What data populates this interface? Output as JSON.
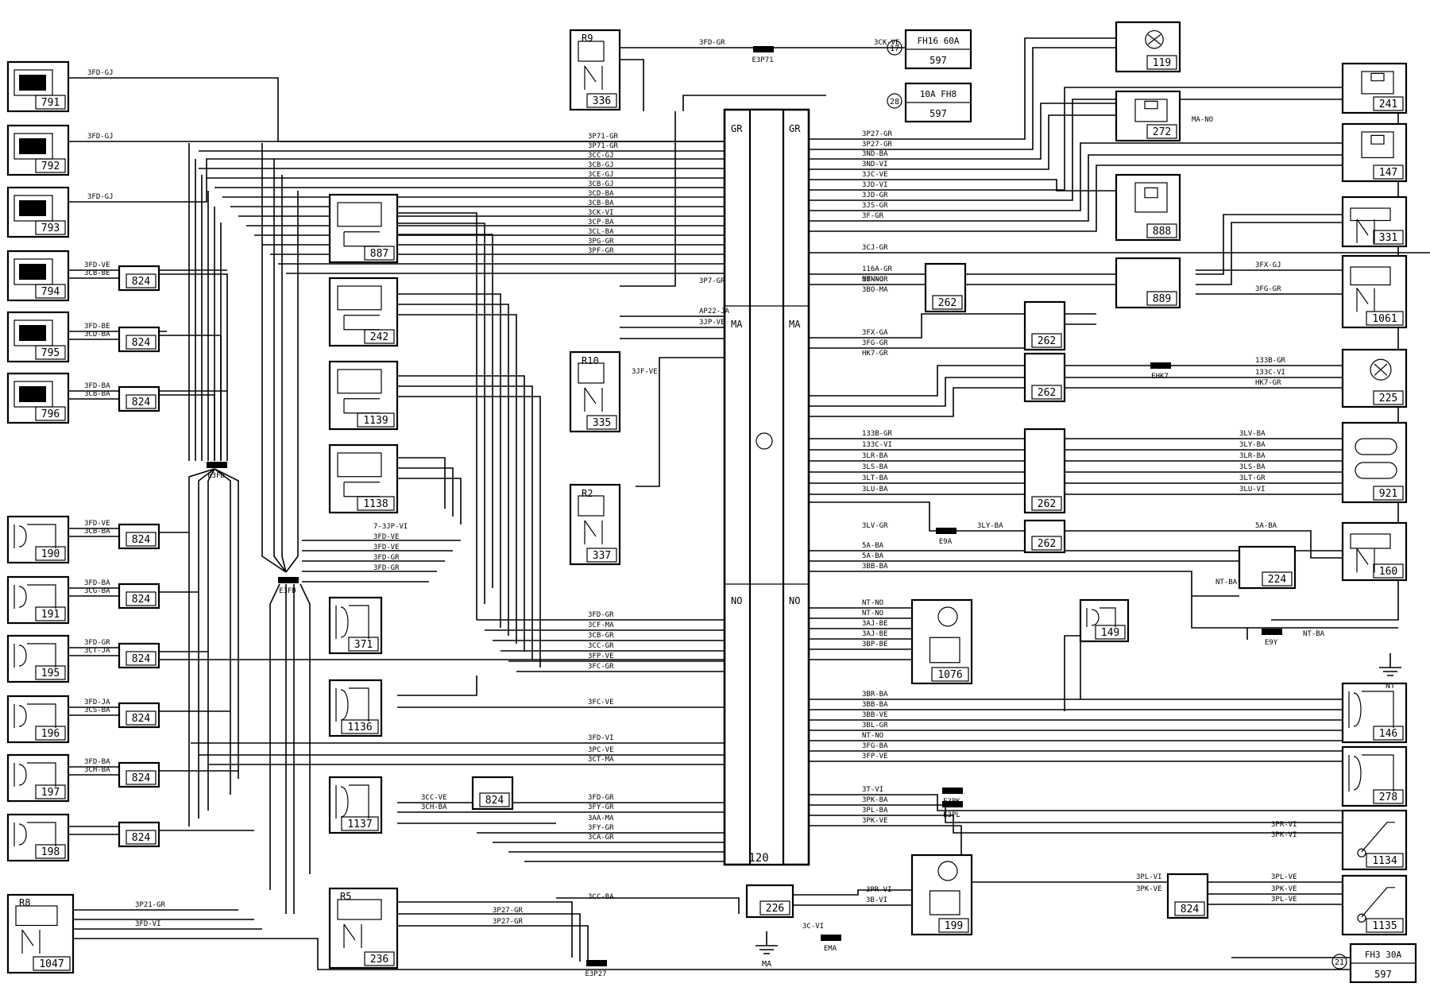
{
  "diagram": {
    "ecu": {
      "label": "120",
      "center_symbol": "engine-icon"
    },
    "connector_headers": [
      "GR",
      "GR",
      "MA",
      "MA",
      "NO",
      "NO"
    ],
    "components": {
      "c791": "791",
      "c792": "792",
      "c793": "793",
      "c794": "794",
      "c795": "795",
      "c796": "796",
      "c190": "190",
      "c191": "191",
      "c195": "195",
      "c196": "196",
      "c197": "197",
      "c198": "198",
      "c1047": "1047",
      "c887": "887",
      "c242": "242",
      "c1139": "1139",
      "c1138": "1138",
      "c371": "371",
      "c1136": "1136",
      "c1137": "1137",
      "c236": "236",
      "c336": "336",
      "c335": "335",
      "c337": "337",
      "c119": "119",
      "c272": "272",
      "c888": "888",
      "c889": "889",
      "c241": "241",
      "c147": "147",
      "c331": "331",
      "c1061": "1061",
      "c225": "225",
      "c921": "921",
      "c160": "160",
      "c224": "224",
      "c1076": "1076",
      "c149": "149",
      "c146": "146",
      "c278": "278",
      "c1134": "1134",
      "c1135": "1135",
      "c199": "199",
      "c226": "226",
      "c262": "262",
      "c824": "824",
      "c597": "597"
    },
    "relays": {
      "r9": "R9",
      "r10": "R10",
      "r2": "R2",
      "r5": "R5",
      "r8": "R8"
    },
    "fuses": {
      "f1": {
        "label": "FH16 60A",
        "pin": "17",
        "code": "597"
      },
      "f2": {
        "label": "10A FH8",
        "pin": "28",
        "code": "597"
      },
      "f3": {
        "label": "FH3 30A",
        "pin": "21",
        "code": "597"
      }
    },
    "splices": {
      "s1": "E3FD",
      "s2": "E3FD",
      "s3": "E3P27",
      "s4": "E3P71",
      "s5": "E9A",
      "s6": "E3PL",
      "s7": "E3PK",
      "s8": "E9Y",
      "s9": "EHK7",
      "s10": "EMA"
    },
    "grounds": {
      "g1": "MA",
      "g2": "NT"
    },
    "wires": {
      "w1": "3FD-GJ",
      "w2": "3FD-GJ",
      "w3": "3FD-GJ",
      "w4": "3FD-VE",
      "w5": "3CB-BE",
      "w6": "3FD-BE",
      "w7": "3CD-BA",
      "w8": "3FD-BA",
      "w9": "3CB-BA",
      "w10": "3FD-VE",
      "w11": "3CB-BA",
      "w12": "3FD-BA",
      "w13": "3CG-BA",
      "w14": "3FD-GR",
      "w15": "3CT-JA",
      "w16": "3FD-JA",
      "w17": "3CS-BA",
      "w18": "3FD-BA",
      "w19": "3CH-BA",
      "w20": "3FD-GR",
      "w21": "3CK-VE",
      "w22": "3P71-GR",
      "w23": "3P71-GR",
      "w24": "3CC-GJ",
      "w25": "3CB-GJ",
      "w26": "3CE-GJ",
      "w27": "3CB-GJ",
      "w28": "3CD-BA",
      "w29": "3CB-BA",
      "w30": "3CK-VI",
      "w31": "3CP-BA",
      "w32": "3CL-BA",
      "w33": "3PG-GR",
      "w34": "3PF-GR",
      "w35": "3P7-GR",
      "w36": "AP22-JA",
      "w37": "3JP-VE",
      "w38": "3JF-VE",
      "w39": "7-3JP-VI",
      "w40": "3FD-VE",
      "w41": "3FD-VE",
      "w42": "3FD-GR",
      "w43": "3FD-GR",
      "w44": "3FD-GR",
      "w45": "3CF-MA",
      "w46": "3CB-GR",
      "w47": "3CC-GR",
      "w48": "3FP-VE",
      "w49": "3FC-GR",
      "w50": "3FC-VE",
      "w51": "3FD-VI",
      "w52": "3PC-VE",
      "w53": "3CT-MA",
      "w54": "3CC-VE",
      "w55": "3CH-BA",
      "w56": "3FD-GR",
      "w57": "3FY-GR",
      "w58": "3AA-MA",
      "w59": "3FY-GR",
      "w60": "3CA-GR",
      "w61": "3CC-BA",
      "w62": "3P21-GR",
      "w63": "3FD-VI",
      "w64": "3P27-GR",
      "w65": "3P27-GR",
      "w66": "3P27-GR",
      "w67": "3P27-GR",
      "w68": "3ND-BA",
      "w69": "3ND-VI",
      "w70": "3JC-VE",
      "w71": "3JD-VI",
      "w72": "3JD-GR",
      "w73": "3JS-GR",
      "w74": "3F-GR",
      "w75": "3CJ-GR",
      "w76": "116A-GR",
      "w77": "NT-NO",
      "w78": "3BN-GR",
      "w79": "3BO-MA",
      "w80": "3FX-GJ",
      "w81": "3FG-GR",
      "w82": "3FX-GA",
      "w83": "3FG-GR",
      "w84": "HK7-GR",
      "w85": "133B-GR",
      "w86": "133C-VI",
      "w87": "HK7-GR",
      "w88": "133B-GR",
      "w89": "133C-VI",
      "w90": "3LR-BA",
      "w91": "3LS-BA",
      "w92": "3LT-BA",
      "w93": "3LU-BA",
      "w94": "3LV-BA",
      "w95": "3LY-BA",
      "w96": "3LR-BA",
      "w97": "3LS-BA",
      "w98": "3LT-GR",
      "w99": "3LU-VI",
      "w100": "3LV-GR",
      "w101": "3LY-BA",
      "w102": "5A-BA",
      "w103": "5A-BA",
      "w104": "5A-BA",
      "w105": "3BB-BA",
      "w106": "NT-BA",
      "w107": "NT-BA",
      "w108": "NT-NO",
      "w109": "NT-NO",
      "w110": "3AJ-BE",
      "w111": "3AJ-BE",
      "w112": "3BP-BE",
      "w113": "3BR-BA",
      "w114": "3BB-BA",
      "w115": "3BB-VE",
      "w116": "3BL-GR",
      "w117": "NT-NO",
      "w118": "3FG-BA",
      "w119": "3FP-VE",
      "w120": "3T-VI",
      "w121": "3PK-BA",
      "w122": "3PL-BA",
      "w123": "3PK-VE",
      "w124": "3PR-VI",
      "w125": "3PK-VI",
      "w126": "3PL-VI",
      "w127": "3PK-VE",
      "w128": "3PL-VE",
      "w129": "3PK-VE",
      "w130": "3PL-VE",
      "w131": "3PR-VI",
      "w132": "3B-VI",
      "w133": "3C-VI",
      "w134": "MA-NO"
    }
  }
}
